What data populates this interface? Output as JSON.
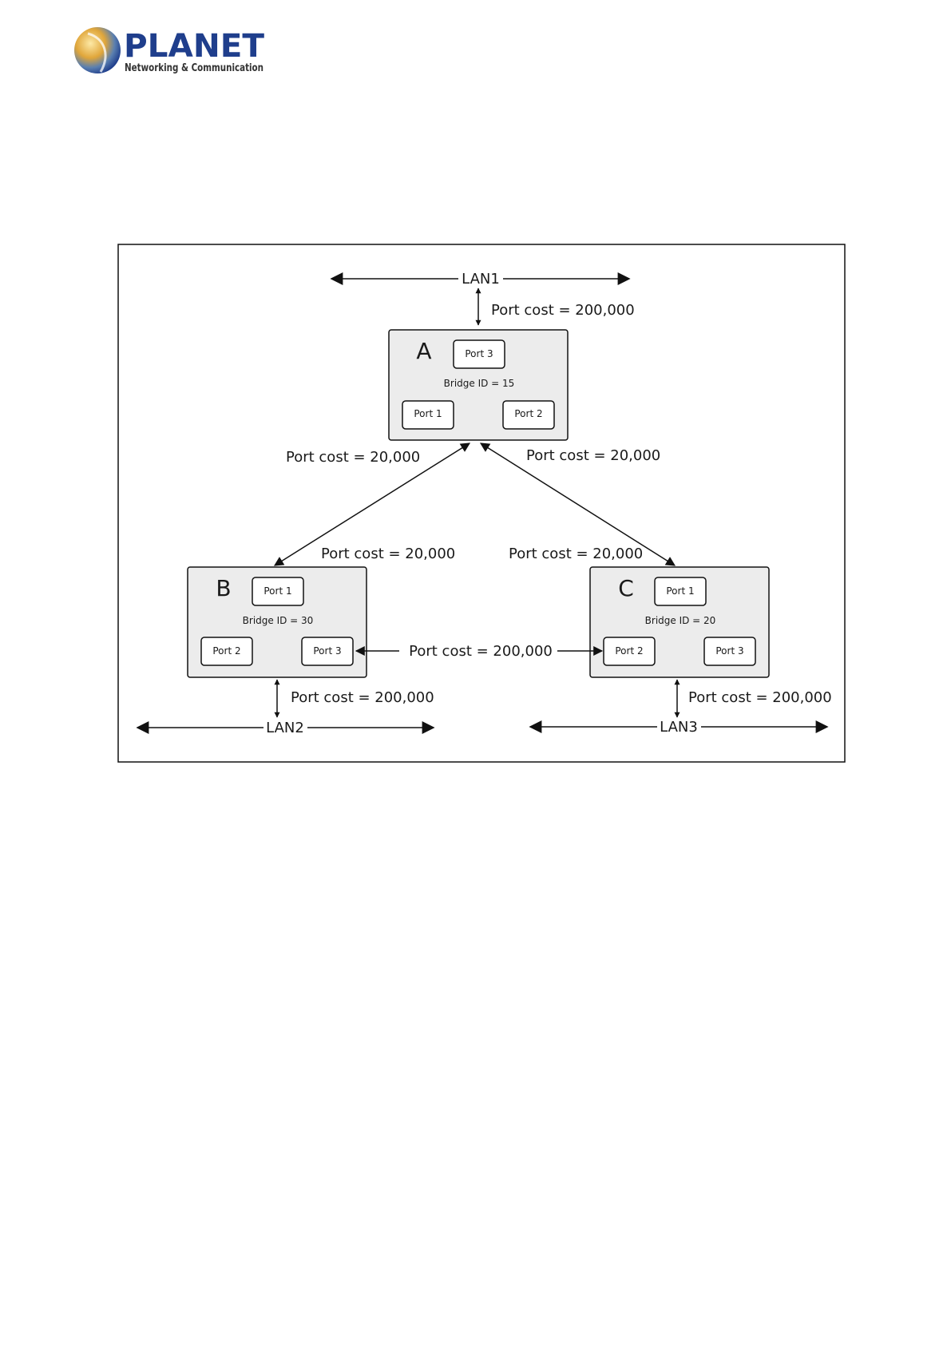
{
  "logo": {
    "brand": "PLANET",
    "tagline": "Networking & Communication"
  },
  "diagram": {
    "lans": {
      "lan1": "LAN1",
      "lan2": "LAN2",
      "lan3": "LAN3"
    },
    "bridges": {
      "a": {
        "letter": "A",
        "bridge_id": "Bridge ID = 15",
        "ports": [
          "Port 3",
          "Port 1",
          "Port 2"
        ]
      },
      "b": {
        "letter": "B",
        "bridge_id": "Bridge ID = 30",
        "ports": [
          "Port 1",
          "Port 2",
          "Port 3"
        ]
      },
      "c": {
        "letter": "C",
        "bridge_id": "Bridge ID = 20",
        "ports": [
          "Port 1",
          "Port 2",
          "Port 3"
        ]
      }
    },
    "costs": {
      "lan1_a": "Port cost = 200,000",
      "a_port1": "Port cost = 20,000",
      "a_port2": "Port cost = 20,000",
      "b_port1": "Port cost = 20,000",
      "c_port1": "Port cost = 20,000",
      "b_c": "Port cost = 200,000",
      "lan2_b": "Port cost = 200,000",
      "lan3_c": "Port cost = 200,000"
    }
  },
  "colors": {
    "logo_text": "#1f3e8c",
    "bridge_fill": "#ececec",
    "line": "#111111"
  }
}
